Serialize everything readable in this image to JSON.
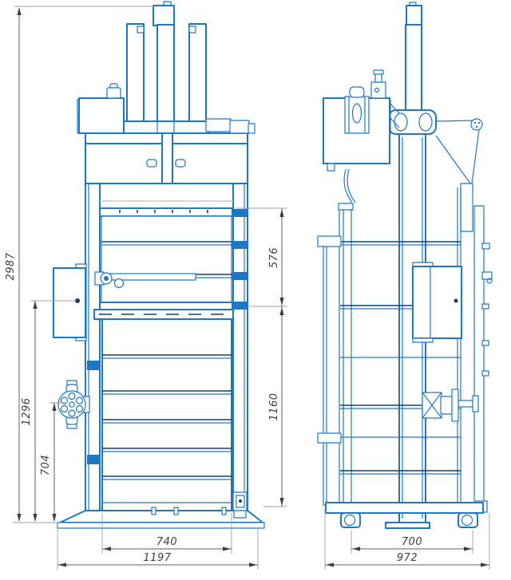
{
  "document": {
    "kind": "technical-drawing",
    "subject": "vertical baling press — two orthographic views"
  },
  "colors": {
    "machine_line": "#1d77c4",
    "machine_dark_line": "#14406b",
    "dimension_line": "#5a6066",
    "dimension_text": "#3a4045",
    "background": "#ffffff"
  },
  "dims": {
    "overall_height": "2987",
    "upper_door_height": "576",
    "lower_door_height": "1160",
    "side_panel_height": "1296",
    "handwheel_height": "704",
    "chamber_width": "740",
    "base_width": "1197",
    "support_spacing": "700",
    "overall_depth": "972"
  }
}
